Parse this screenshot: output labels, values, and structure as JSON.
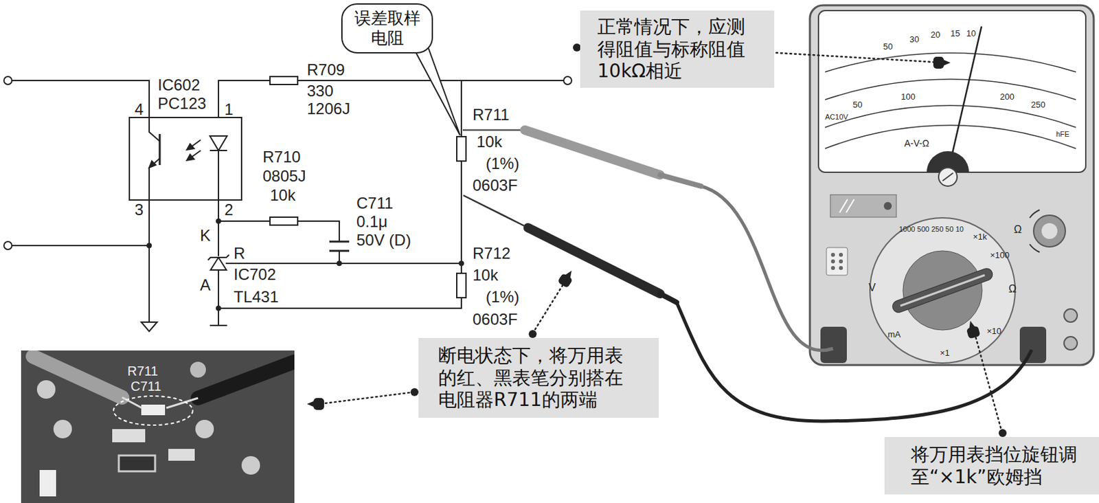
{
  "diagram": {
    "nodes": [
      {
        "text": [
          "误差取样 电阻"
        ]
      },
      {
        "text": [
          "正常情况下，应测 得阻值与标称阻值 10kΩ相近"
        ]
      },
      {
        "text": [
          "断电状态下，将万用表 的红、黑表笔分别搭在 电阻器R711的两端"
        ]
      },
      {
        "text": [
          "将万用表挡位旋钮调 至“×1k”欧姆挡"
        ]
      }
    ],
    "labels": [
      "IC602",
      "PC123",
      "4",
      "1",
      "3",
      "2",
      "R709",
      "330",
      "1206J",
      "R710",
      "0805J",
      "10k",
      "C711",
      "0.1μ",
      "50V (D)",
      "K",
      "R",
      "A",
      "IC702",
      "TL431",
      "R711",
      "10k",
      "(1%)",
      "0603F",
      "R712",
      "10k",
      "(1%)",
      "0603F",
      "R711",
      "C711",
      "A-V-Ω",
      "AC10V",
      "hFE",
      "1000 500 250 50 10",
      "V",
      "Ω",
      "×1k",
      "×100",
      "×10",
      "×1",
      "mA",
      "Ω",
      "50",
      "30",
      "20",
      "15",
      "10",
      "50",
      "100",
      "200",
      "250"
    ]
  }
}
